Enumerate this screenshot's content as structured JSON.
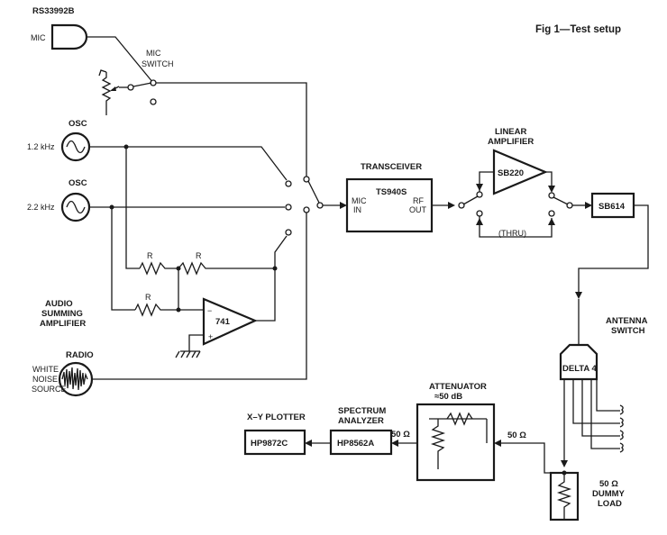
{
  "figure_title": "Fig 1—Test setup",
  "labels": {
    "mic_part": "RS33992B",
    "mic": "MIC",
    "mic_switch_1": "MIC",
    "mic_switch_2": "SWITCH",
    "osc_top": "OSC",
    "osc_top_freq": "1.2 kHz",
    "osc_bottom": "OSC",
    "osc_bottom_freq": "2.2 kHz",
    "resistor_1": "R",
    "resistor_2": "R",
    "resistor_3": "R",
    "audio_amp_1": "AUDIO",
    "audio_amp_2": "SUMMING",
    "audio_amp_3": "AMPLIFIER",
    "opamp": "741",
    "opamp_minus": "−",
    "opamp_plus": "+",
    "radio": "RADIO",
    "white_noise_1": "WHITE",
    "white_noise_2": "NOISE",
    "white_noise_3": "SOURCE",
    "transceiver": "TRANSCEIVER",
    "ts940s": "TS940S",
    "mic_in_1": "MIC",
    "mic_in_2": "IN",
    "rf_out_1": "RF",
    "rf_out_2": "OUT",
    "linear_amp_1": "LINEAR",
    "linear_amp_2": "AMPLIFIER",
    "sb220": "SB220",
    "thru": "(THRU)",
    "sb614": "SB614",
    "antenna_switch_1": "ANTENNA",
    "antenna_switch_2": "SWITCH",
    "delta4": "DELTA 4",
    "dummy_load_1": "50 Ω",
    "dummy_load_2": "DUMMY",
    "dummy_load_3": "LOAD",
    "attenuator_1": "ATTENUATOR",
    "attenuator_2": "≈50 dB",
    "ohm_left": "50 Ω",
    "ohm_right": "50 Ω",
    "spectrum_1": "SPECTRUM",
    "spectrum_2": "ANALYZER",
    "hp8562a": "HP8562A",
    "xy_plotter": "X–Y PLOTTER",
    "hp9872c": "HP9872C"
  }
}
